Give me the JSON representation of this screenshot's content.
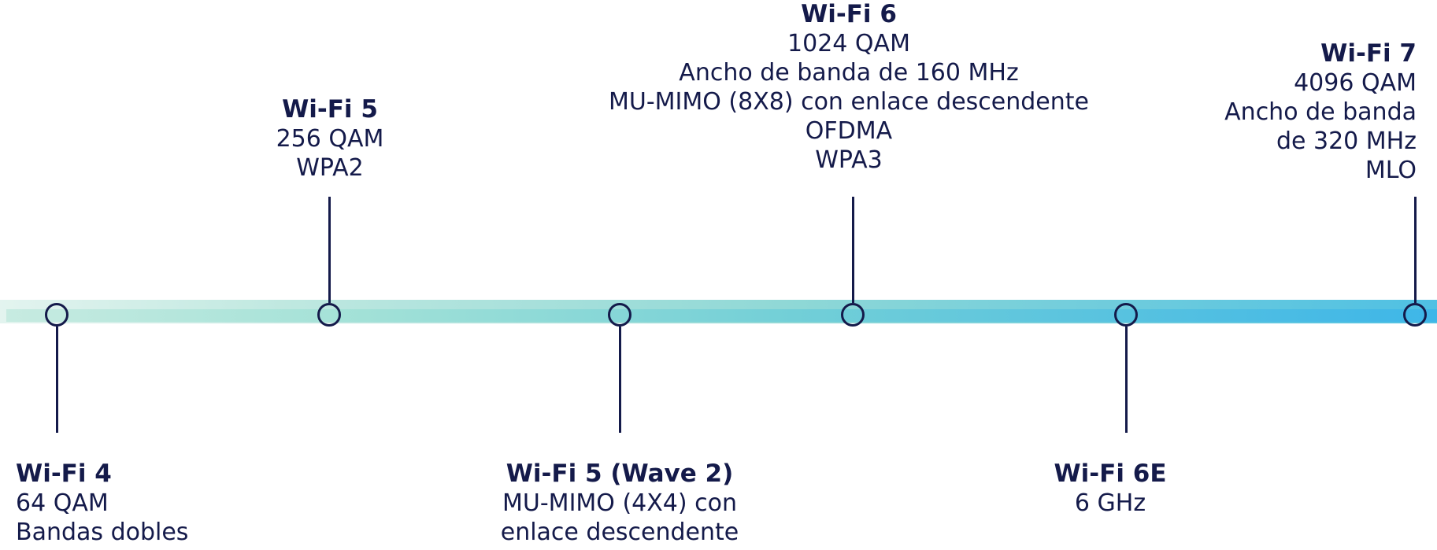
{
  "timeline": {
    "nodes": [
      {
        "id": "wifi4",
        "name": "Wi-Fi 4",
        "lines": [
          "64 QAM",
          "Bandas dobles"
        ]
      },
      {
        "id": "wifi5",
        "name": "Wi-Fi 5",
        "lines": [
          "256 QAM",
          "WPA2"
        ]
      },
      {
        "id": "wifi5-wave2",
        "name": "Wi-Fi 5 (Wave 2)",
        "lines": [
          "MU-MIMO (4X4) con",
          "enlace descendente"
        ]
      },
      {
        "id": "wifi6",
        "name": "Wi-Fi 6",
        "lines": [
          "1024 QAM",
          "Ancho de banda de 160 MHz",
          "MU-MIMO (8X8) con enlace descendente",
          "OFDMA",
          "WPA3"
        ]
      },
      {
        "id": "wifi6e",
        "name": "Wi-Fi 6E",
        "lines": [
          "6 GHz"
        ]
      },
      {
        "id": "wifi7",
        "name": "Wi-Fi 7",
        "lines": [
          "4096 QAM",
          "Ancho de banda",
          "de 320 MHz",
          "MLO"
        ]
      }
    ]
  },
  "colors": {
    "ink": "#141a4a",
    "track_start": "#c7ebe1",
    "track_end": "#3eb6e8"
  }
}
